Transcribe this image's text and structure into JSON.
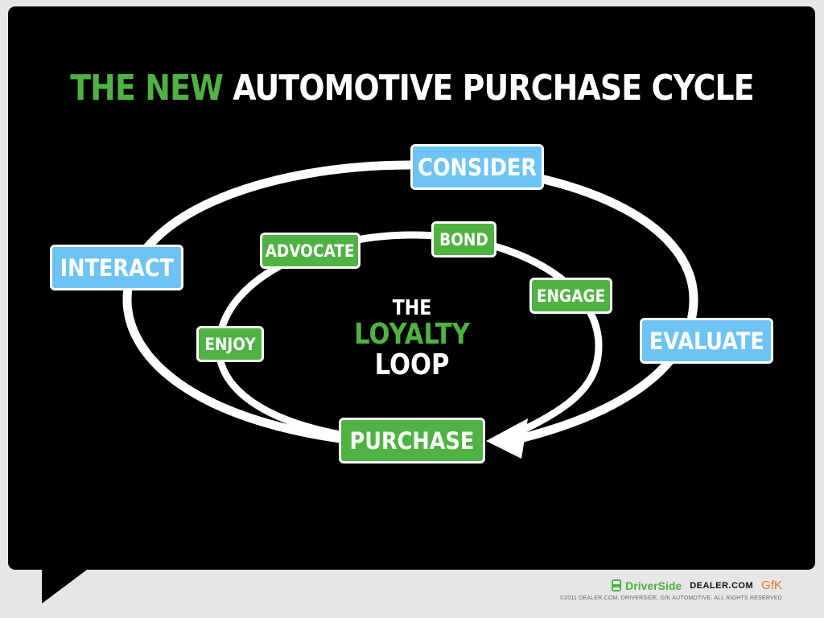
{
  "title": {
    "highlight": "THE NEW",
    "rest": "AUTOMOTIVE PURCHASE CYCLE"
  },
  "outer_cycle": [
    "CONSIDER",
    "EVALUATE",
    "PURCHASE",
    "INTERACT"
  ],
  "inner_loop": [
    "BOND",
    "ENGAGE",
    "ENJOY",
    "ADVOCATE"
  ],
  "loop_label": {
    "line1": "THE",
    "line2": "LOYALTY",
    "line3": "LOOP"
  },
  "footer": {
    "logos": [
      "DriverSide",
      "DEALER.COM",
      "GfK"
    ],
    "copyright": "©2011 DEALER.COM, DRIVERSIDE, GfK AUTOMOTIVE. ALL RIGHTS RESERVED"
  },
  "colors": {
    "green": "#4fb242",
    "blue": "#6ec3f5",
    "panel": "#000000",
    "background": "#e6e6e6",
    "gfk": "#e07a2a"
  }
}
